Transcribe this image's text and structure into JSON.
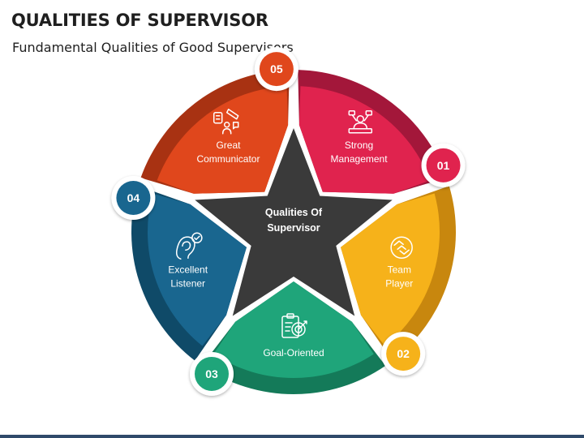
{
  "slide": {
    "title": "QUALITIES OF SUPERVISOR",
    "subtitle": "Fundamental Qualities of Good Supervisors"
  },
  "center": {
    "line1": "Qualities Of",
    "line2": "Supervisor",
    "color": "#3a3a3a"
  },
  "segments": [
    {
      "number": "01",
      "lines": [
        "Strong",
        "Management"
      ],
      "icon": "manager-icon",
      "color": "#e0234e",
      "dark": "#a3173a"
    },
    {
      "number": "02",
      "lines": [
        "Team",
        "Player"
      ],
      "icon": "handshake-globe-icon",
      "color": "#f6b21a",
      "dark": "#c8870e"
    },
    {
      "number": "03",
      "lines": [
        "Goal-Oriented"
      ],
      "icon": "target-clipboard-icon",
      "color": "#1fa57a",
      "dark": "#147a59"
    },
    {
      "number": "04",
      "lines": [
        "Excellent",
        "Listener"
      ],
      "icon": "ear-icon",
      "color": "#19668f",
      "dark": "#0f4a68"
    },
    {
      "number": "05",
      "lines": [
        "Great",
        "Communicator"
      ],
      "icon": "communication-icon",
      "color": "#e0471c",
      "dark": "#a83212"
    }
  ]
}
